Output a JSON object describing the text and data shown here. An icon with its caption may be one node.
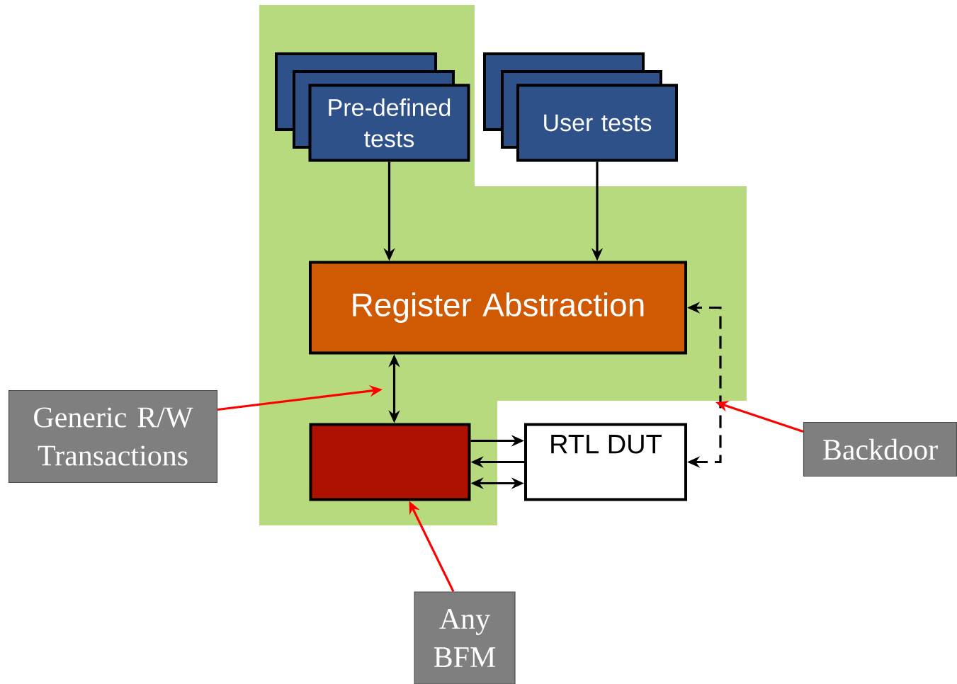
{
  "diagram": {
    "nodes": [
      {
        "text": [
          "Pre-defined tests"
        ]
      },
      {
        "text": [
          "User tests"
        ]
      },
      {
        "text": [
          "Register Abstraction"
        ]
      },
      {
        "text": [],
        "shape": "box"
      },
      {
        "text": [
          "RTL DUT"
        ]
      },
      {
        "text": [
          "Generic R/W Transactions"
        ]
      },
      {
        "text": [
          "Backdoor"
        ]
      },
      {
        "text": [
          "Any BFM"
        ]
      }
    ],
    "edges": [
      {
        "from": 0,
        "to": 2,
        "arrow": "to"
      },
      {
        "from": 1,
        "to": 2,
        "arrow": "to"
      },
      {
        "from": 2,
        "to": 3,
        "arrow": "both"
      },
      {
        "from": 3,
        "to": 4,
        "arrow": "to"
      },
      {
        "from": 4,
        "to": 3,
        "arrow": "to"
      },
      {
        "from": 3,
        "to": 4,
        "arrow": "both"
      },
      {
        "from": 4,
        "to": 2,
        "arrow": "both",
        "style": "dashed"
      },
      {
        "from": 5,
        "to": null,
        "arrow": "to",
        "color": "#ff0000"
      },
      {
        "from": 6,
        "to": null,
        "arrow": "to",
        "color": "#ff0000"
      },
      {
        "from": 7,
        "to": 3,
        "arrow": "to",
        "color": "#ff0000"
      }
    ]
  }
}
